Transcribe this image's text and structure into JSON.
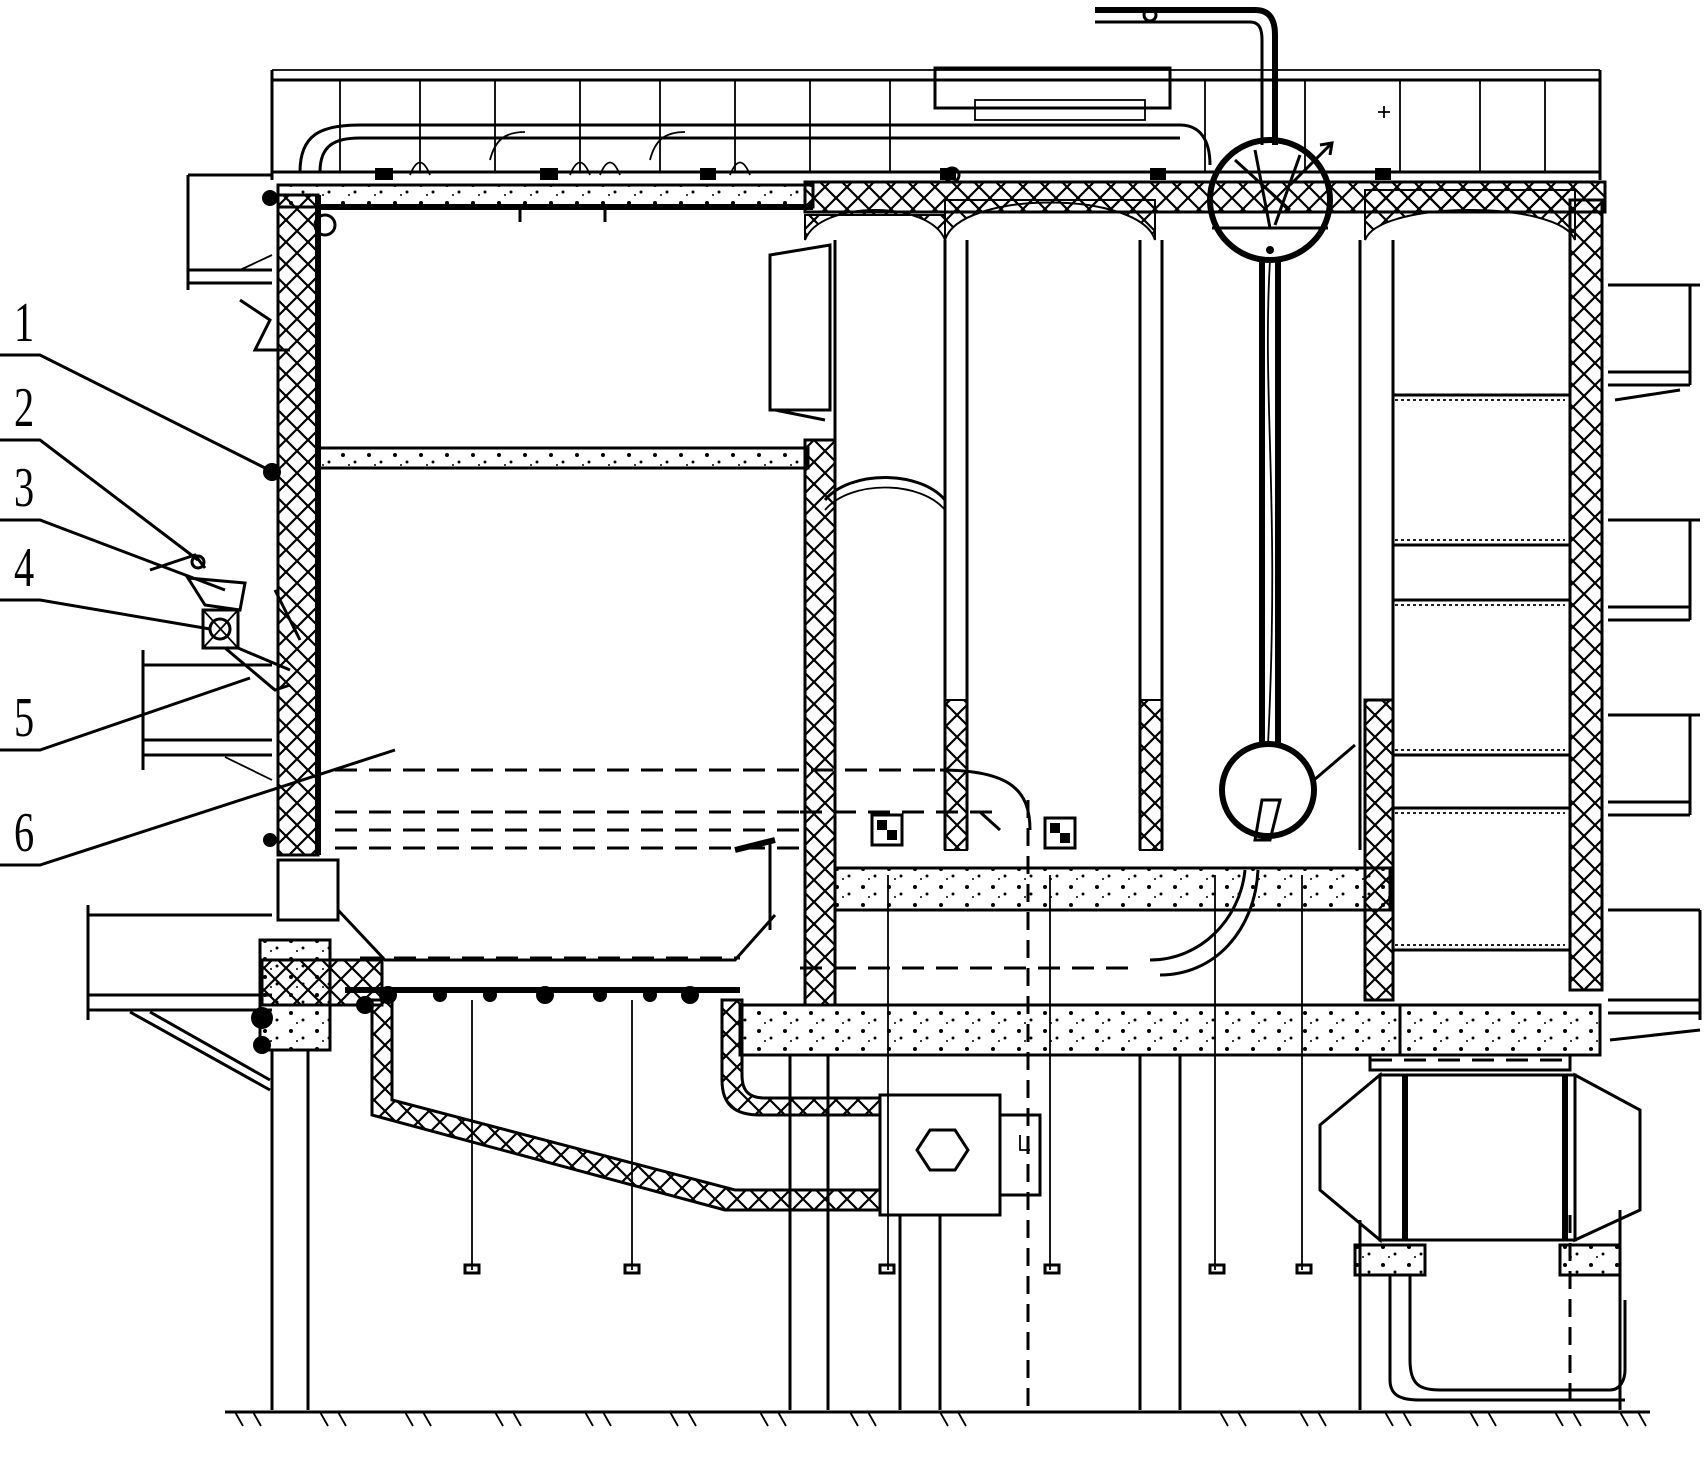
{
  "reference_numerals": [
    {
      "id": "1",
      "label": "1"
    },
    {
      "id": "2",
      "label": "2"
    },
    {
      "id": "3",
      "label": "3"
    },
    {
      "id": "4",
      "label": "4"
    },
    {
      "id": "5",
      "label": "5"
    },
    {
      "id": "6",
      "label": "6"
    }
  ],
  "colors": {
    "ink": "#000000",
    "paper": "#ffffff"
  }
}
